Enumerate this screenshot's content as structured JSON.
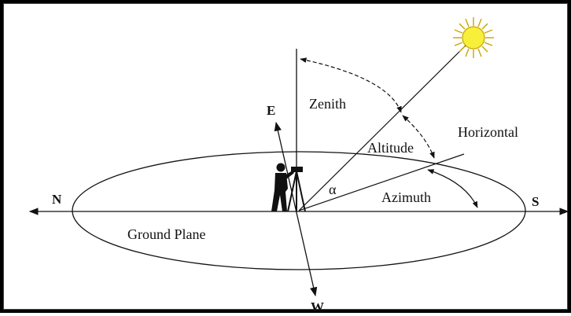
{
  "diagram": {
    "labels": {
      "north": "N",
      "south": "S",
      "east": "E",
      "west": "W",
      "zenith": "Zenith",
      "altitude": "Altitude",
      "horizontal": "Horizontal",
      "azimuth": "Azimuth",
      "alpha": "α",
      "ground_plane": "Ground Plane"
    },
    "icons": [
      "sun-icon",
      "surveyor-icon"
    ],
    "colors": {
      "line": "#111111",
      "sun_fill": "#f7ef3a",
      "sun_stroke": "#c9a400"
    }
  }
}
